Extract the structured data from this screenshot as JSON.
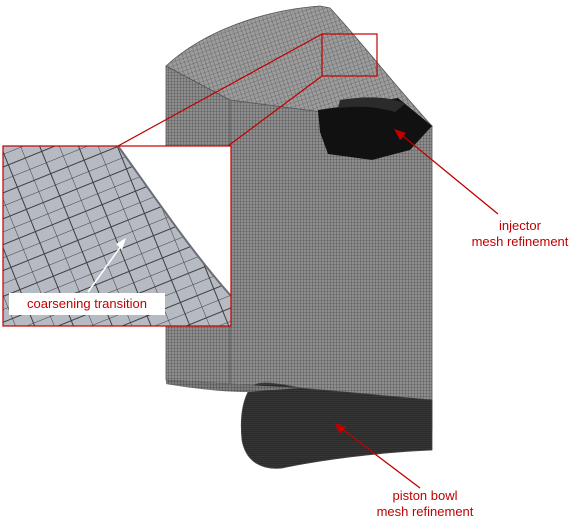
{
  "annotations": {
    "injector": {
      "line1": "injector",
      "line2": "mesh refinement"
    },
    "piston_bowl": {
      "line1": "piston bowl",
      "line2": "mesh refinement"
    },
    "coarsening": "coarsening transition"
  },
  "colors": {
    "annotation": "#c00000",
    "mesh_face": "#9a9a9a",
    "mesh_dense": "#1a1a1a",
    "zoom_fill": "#b8bcc4"
  }
}
